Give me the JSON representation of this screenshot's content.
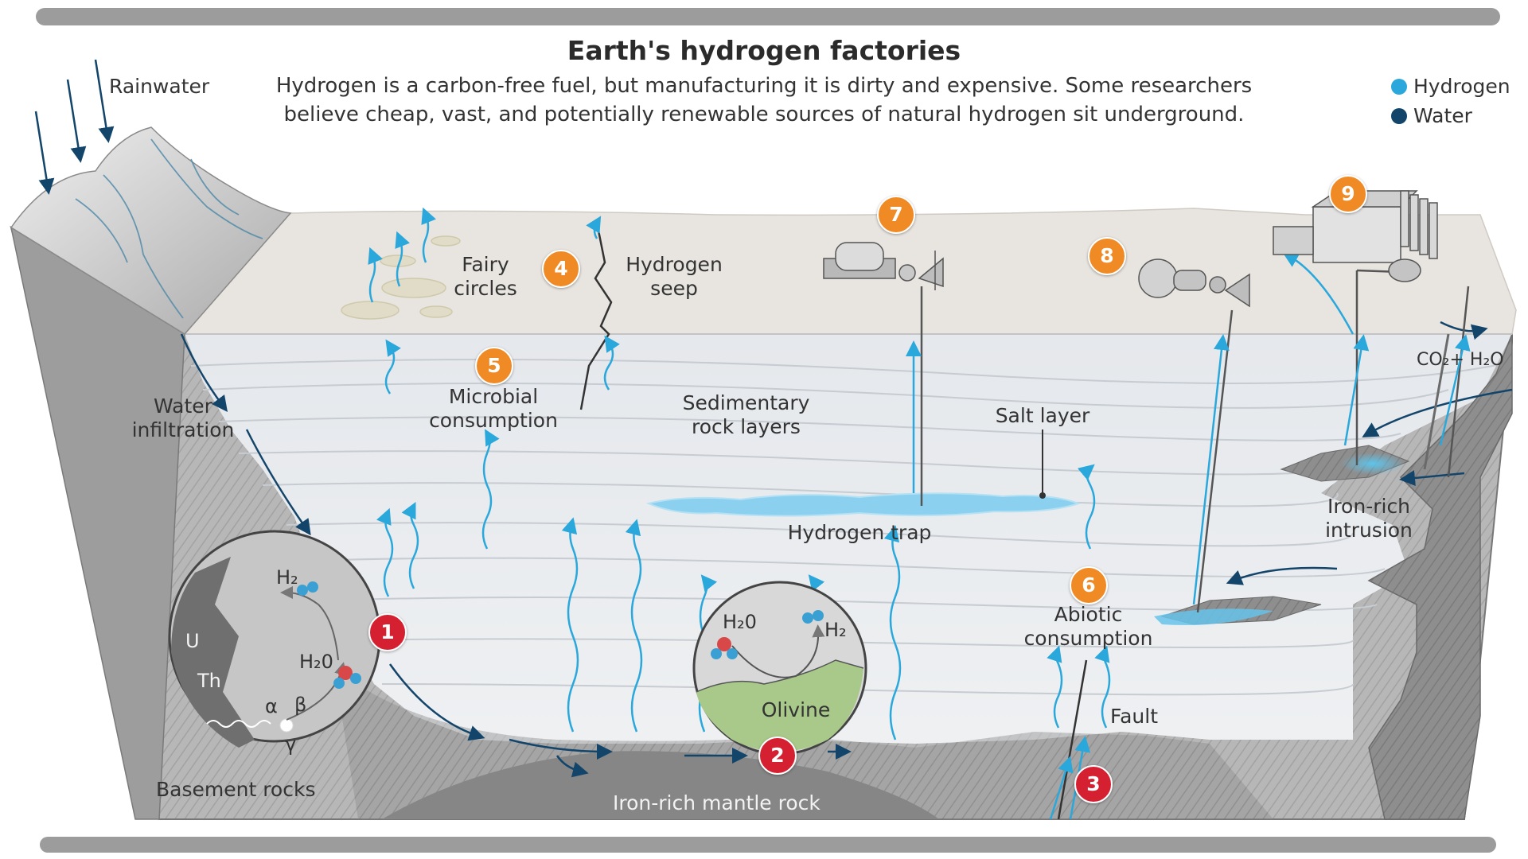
{
  "title": "Earth's hydrogen factories",
  "subtitle": "Hydrogen is a carbon-free fuel, but manufacturing it is dirty and expensive. Some researchers believe cheap, vast, and potentially renewable sources of natural hydrogen sit underground.",
  "legend": {
    "hydrogen": {
      "label": "Hydrogen",
      "color": "#2aa8dc"
    },
    "water": {
      "label": "Water",
      "color": "#13456b"
    }
  },
  "labels": {
    "rainwater": "Rainwater",
    "fairy_circles": "Fairy circles",
    "hydrogen_seep": "Hydrogen seep",
    "microbial_consumption": "Microbial consumption",
    "sedimentary_rock_layers": "Sedimentary rock layers",
    "salt_layer": "Salt layer",
    "co2_h2o": "CO₂+ H₂O",
    "water_infiltration": "Water infiltration",
    "hydrogen_trap": "Hydrogen trap",
    "iron_rich_intrusion": "Iron-rich intrusion",
    "abiotic_consumption": "Abiotic consumption",
    "fault": "Fault",
    "basement_rocks": "Basement rocks",
    "iron_rich_mantle_rock": "Iron-rich mantle rock",
    "olivine": "Olivine"
  },
  "inset_radiolysis": {
    "h2": "H₂",
    "h2o": "H₂0",
    "u": "U",
    "th": "Th",
    "alpha": "α",
    "beta": "β",
    "gamma": "γ"
  },
  "inset_serpentinization": {
    "h2o": "H₂0",
    "h2": "H₂"
  },
  "badges": {
    "b1": "1",
    "b2": "2",
    "b3": "3",
    "b4": "4",
    "b5": "5",
    "b6": "6",
    "b7": "7",
    "b8": "8",
    "b9": "9"
  }
}
